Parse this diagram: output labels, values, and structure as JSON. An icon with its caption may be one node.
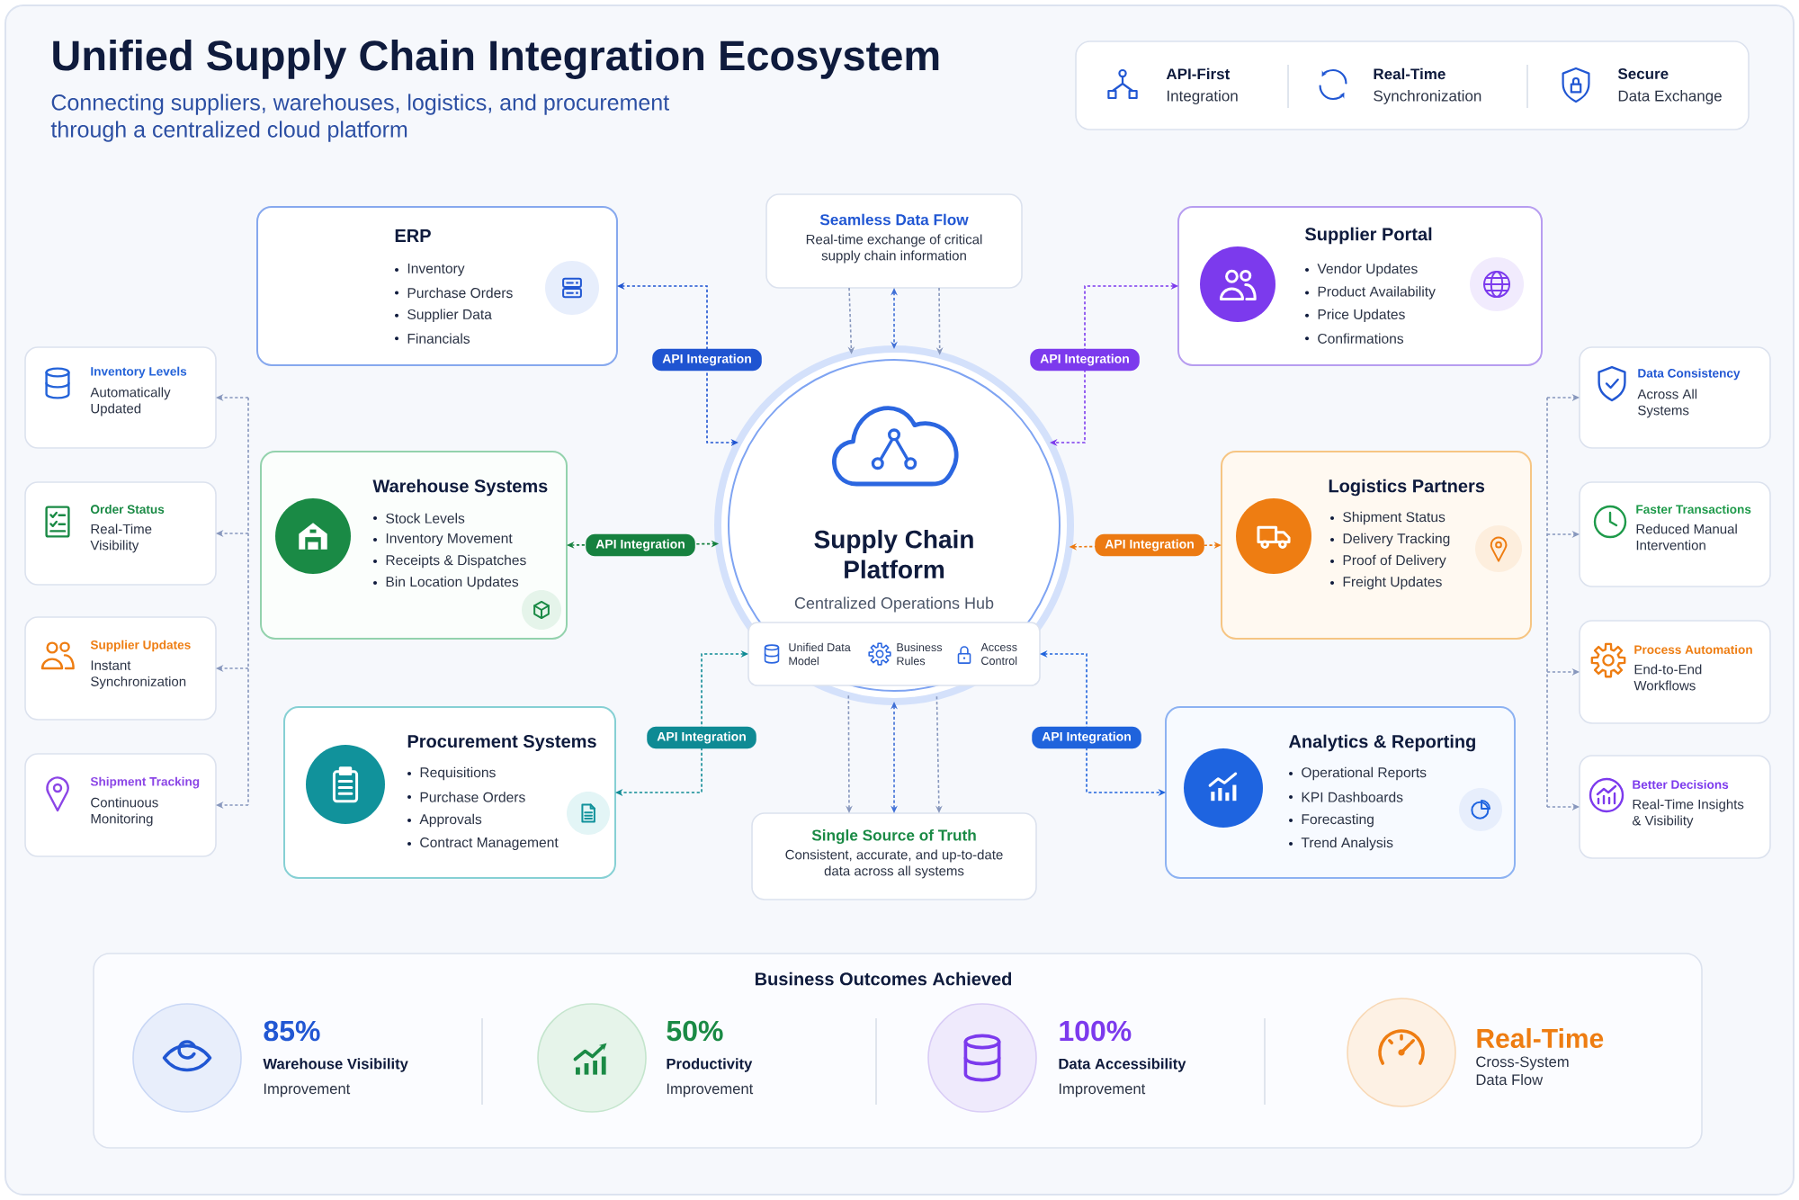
{
  "diagram": {
    "title": "Unified Supply Chain Integration Ecosystem",
    "nodes": [
      {
        "text": [
          "API-First",
          "Integration",
          "Real-Time",
          "Synchronization",
          "Secure",
          "Data Exchange"
        ]
      },
      {
        "text": [
          "ERP",
          "Inventory",
          "Purchase Orders",
          "Supplier Data",
          "Financials"
        ]
      },
      {
        "text": [
          "Seamless Data Flow",
          "Real-time exchange of critical supply chain information"
        ]
      },
      {
        "text": [
          "Supplier Portal",
          "Vendor Updates",
          "Product Availability",
          "Price Updates",
          "Confirmations"
        ]
      },
      {
        "text": [
          "Inventory Levels",
          "Automatically Updated"
        ]
      },
      {
        "text": [
          "Data Consistency",
          "Across All Systems"
        ]
      },
      {
        "text": [
          "Warehouse Systems",
          "Stock Levels",
          "Inventory Movement",
          "Receipts & Dispatches",
          "Bin Location Updates"
        ]
      },
      {
        "text": [
          "Supply Chain Platform",
          "Centralized Operations Hub"
        ]
      },
      {
        "text": [
          "Logistics Partners",
          "Shipment Status",
          "Delivery Tracking",
          "Proof of Delivery",
          "Freight Updates"
        ]
      },
      {
        "text": [
          "Order Status",
          "Real-Time Visibility"
        ]
      },
      {
        "text": [
          "Faster Transactions",
          "Reduced Manual Intervention"
        ]
      },
      {
        "text": [
          "Unified Data Model",
          "Business Rules",
          "Access Control"
        ],
        "in": 7
      },
      {
        "text": [
          "Supplier Updates",
          "Instant Synchronization"
        ]
      },
      {
        "text": [
          "Process Automation",
          "End-to-End Workflows"
        ]
      },
      {
        "text": [
          "Procurement Systems",
          "Requisitions",
          "Purchase Orders",
          "Approvals",
          "Contract Management"
        ]
      },
      {
        "text": [
          "Analytics & Reporting",
          "Operational Reports",
          "KPI Dashboards",
          "Forecasting",
          "Trend Analysis"
        ]
      },
      {
        "text": [
          "Shipment Tracking",
          "Continuous Monitoring"
        ]
      },
      {
        "text": [
          "Better Decisions",
          "Real-Time Insights & Visibility"
        ]
      },
      {
        "text": [
          "Single Source of Truth",
          "Consistent, accurate, and up-to-date data across all systems"
        ]
      },
      {
        "text": [
          "Business Outcomes Achieved",
          "85%",
          "Warehouse Visibility",
          "Improvement",
          "50%",
          "Productivity",
          "Improvement",
          "100%",
          "Data Accessibility",
          "Improvement",
          "Real-Time",
          "Cross-System Data Flow"
        ]
      }
    ],
    "edges": [
      {
        "from": 1,
        "to": 7,
        "arrow": "both",
        "label": "API Integration",
        "style": "dashed",
        "color": "#1f54d1"
      },
      {
        "from": 3,
        "to": 7,
        "arrow": "both",
        "label": "API Integration",
        "style": "dashed",
        "color": "#7c3aed"
      },
      {
        "from": 6,
        "to": 7,
        "arrow": "both",
        "label": "API Integration",
        "style": "dashed",
        "color": "#16813f"
      },
      {
        "from": 7,
        "to": 8,
        "arrow": "both",
        "label": "API Integration",
        "style": "dashed",
        "color": "#ec7a12"
      },
      {
        "from": 11,
        "to": 14,
        "arrow": "both",
        "label": "API Integration",
        "style": "dashed",
        "color": "#0e8a94"
      },
      {
        "from": 11,
        "to": 15,
        "arrow": "both",
        "label": "API Integration",
        "style": "dashed",
        "color": "#1f63dc"
      },
      {
        "from": 2,
        "to": 7,
        "arrow": "to",
        "style": "dashed"
      },
      {
        "from": 2,
        "to": 7,
        "arrow": "both",
        "style": "dashed",
        "color": "#3f6fd6"
      },
      {
        "from": 2,
        "to": 7,
        "arrow": "to",
        "style": "dashed"
      },
      {
        "from": 7,
        "to": 18,
        "arrow": "to",
        "style": "dashed"
      },
      {
        "from": 7,
        "to": 18,
        "arrow": "both",
        "style": "dashed",
        "color": "#3f6fd6"
      },
      {
        "from": 7,
        "to": 18,
        "arrow": "to",
        "style": "dashed"
      },
      {
        "from": null,
        "to": 4,
        "arrow": "to",
        "style": "dashed"
      },
      {
        "from": null,
        "to": 9,
        "arrow": "to",
        "style": "dashed"
      },
      {
        "from": null,
        "to": 12,
        "arrow": "to",
        "style": "dashed"
      },
      {
        "from": null,
        "to": 16,
        "arrow": "to",
        "style": "dashed"
      },
      {
        "from": null,
        "to": 5,
        "arrow": "to",
        "style": "dashed"
      },
      {
        "from": null,
        "to": 10,
        "arrow": "to",
        "style": "dashed"
      },
      {
        "from": null,
        "to": 13,
        "arrow": "to",
        "style": "dashed"
      },
      {
        "from": null,
        "to": 17,
        "arrow": "to",
        "style": "dashed"
      }
    ],
    "labels": [
      "Connecting suppliers, warehouses, logistics, and procurement through a centralized cloud platform"
    ]
  }
}
